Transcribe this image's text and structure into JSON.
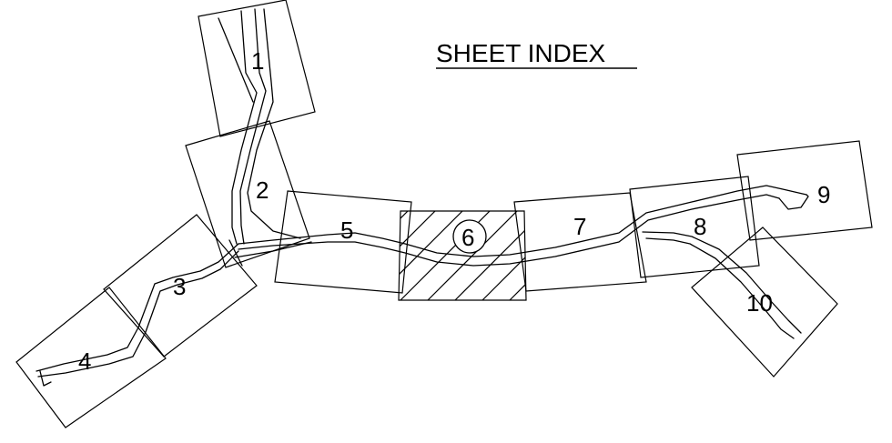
{
  "title": "SHEET INDEX",
  "highlighted_sheet": "6",
  "sheets": [
    {
      "id": "1",
      "label": "1"
    },
    {
      "id": "2",
      "label": "2"
    },
    {
      "id": "3",
      "label": "3"
    },
    {
      "id": "4",
      "label": "4"
    },
    {
      "id": "5",
      "label": "5"
    },
    {
      "id": "6",
      "label": "6"
    },
    {
      "id": "7",
      "label": "7"
    },
    {
      "id": "8",
      "label": "8"
    },
    {
      "id": "9",
      "label": "9"
    },
    {
      "id": "10",
      "label": "10"
    }
  ]
}
